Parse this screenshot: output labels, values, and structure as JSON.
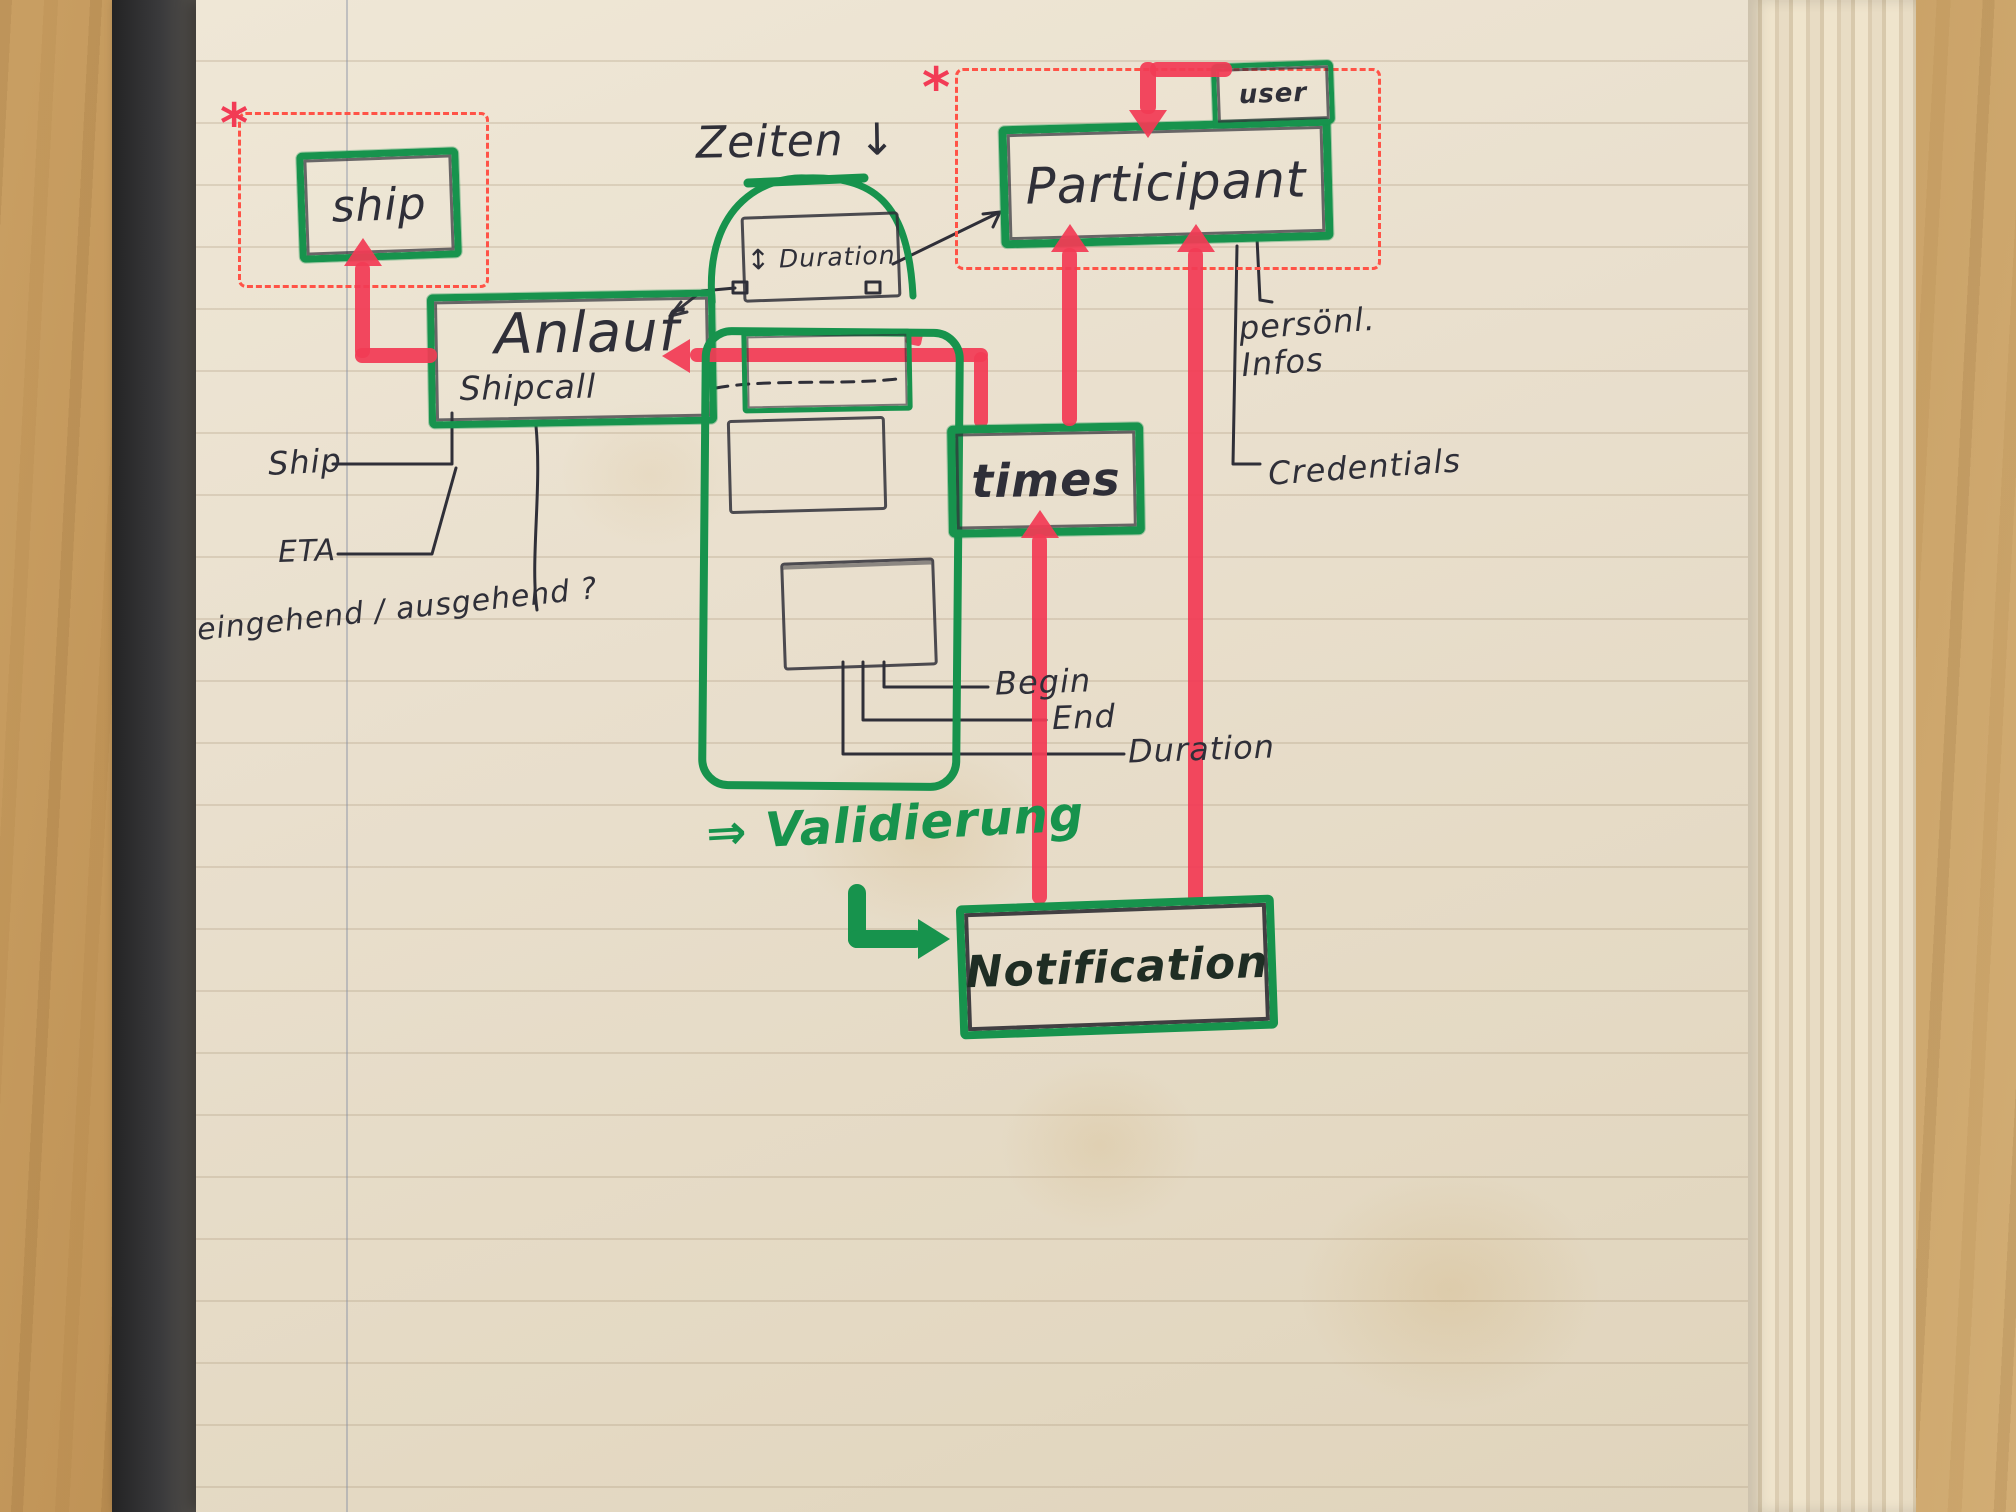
{
  "colors": {
    "marker_green": "#17934d",
    "marker_red": "#f23b55",
    "dashed_red": "#ff5347",
    "pen": "#2f2f38",
    "paper": "#e9dfcd"
  },
  "marks": {
    "asterisk": "*",
    "down_arrow": "↓",
    "updown_arrow": "↕",
    "implies_arrow": "⇒"
  },
  "entities": {
    "ship": "ship",
    "anlauf": "Anlauf",
    "shipcall": "Shipcall",
    "participant": "Participant",
    "user": "user",
    "times": "times",
    "notification": "Notification",
    "duration": "Duration"
  },
  "annotations": {
    "zeiten": "Zeiten",
    "ship_attr": "Ship",
    "eta": "ETA",
    "in_out": "eingehend / ausgehend ?",
    "personal_info": "persönl. Infos",
    "credentials": "Credentials",
    "begin": "Begin",
    "end": "End",
    "duration": "Duration",
    "validierung": "Validierung"
  }
}
